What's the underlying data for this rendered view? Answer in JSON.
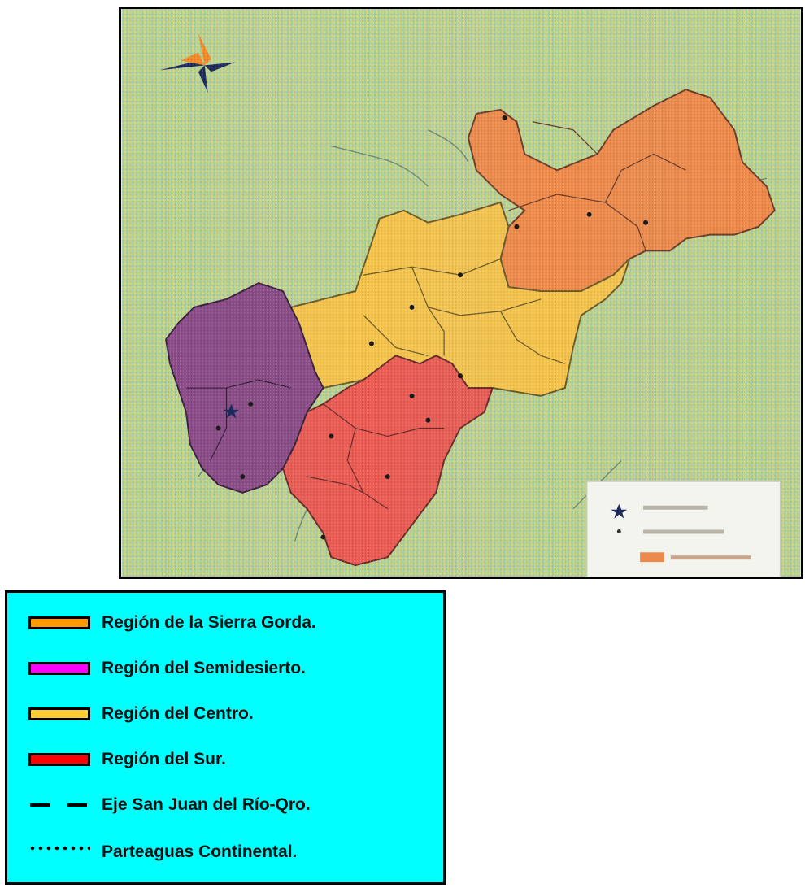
{
  "colors": {
    "terrain": "#b7d28a",
    "sierra_gorda": "#ff9900",
    "semidesierto": "#ff00ff",
    "centro": "#ffcc33",
    "sur": "#ff0000",
    "legend_bg": "#00ffff",
    "map_sierra": "#ec8a4c",
    "map_centro": "#f3c34e",
    "map_sur": "#e85c54",
    "map_oeste": "#8a4c86"
  },
  "compass": {
    "icon": "compass-rose-icon"
  },
  "legend": {
    "items": [
      {
        "kind": "swatch",
        "label": "Región  de la Sierra Gorda.",
        "color": "#ff9900"
      },
      {
        "kind": "swatch",
        "label": "Región del Semidesierto.",
        "color": "#ff00ff"
      },
      {
        "kind": "swatch",
        "label": "Región del Centro.",
        "color": "#ffcc33"
      },
      {
        "kind": "swatch",
        "label": "Región del Sur.",
        "color": "#ff0000"
      },
      {
        "kind": "dashed",
        "label": "Eje San Juan del Río-Qro."
      },
      {
        "kind": "dotted",
        "label": "Parteaguas Continental."
      }
    ]
  }
}
